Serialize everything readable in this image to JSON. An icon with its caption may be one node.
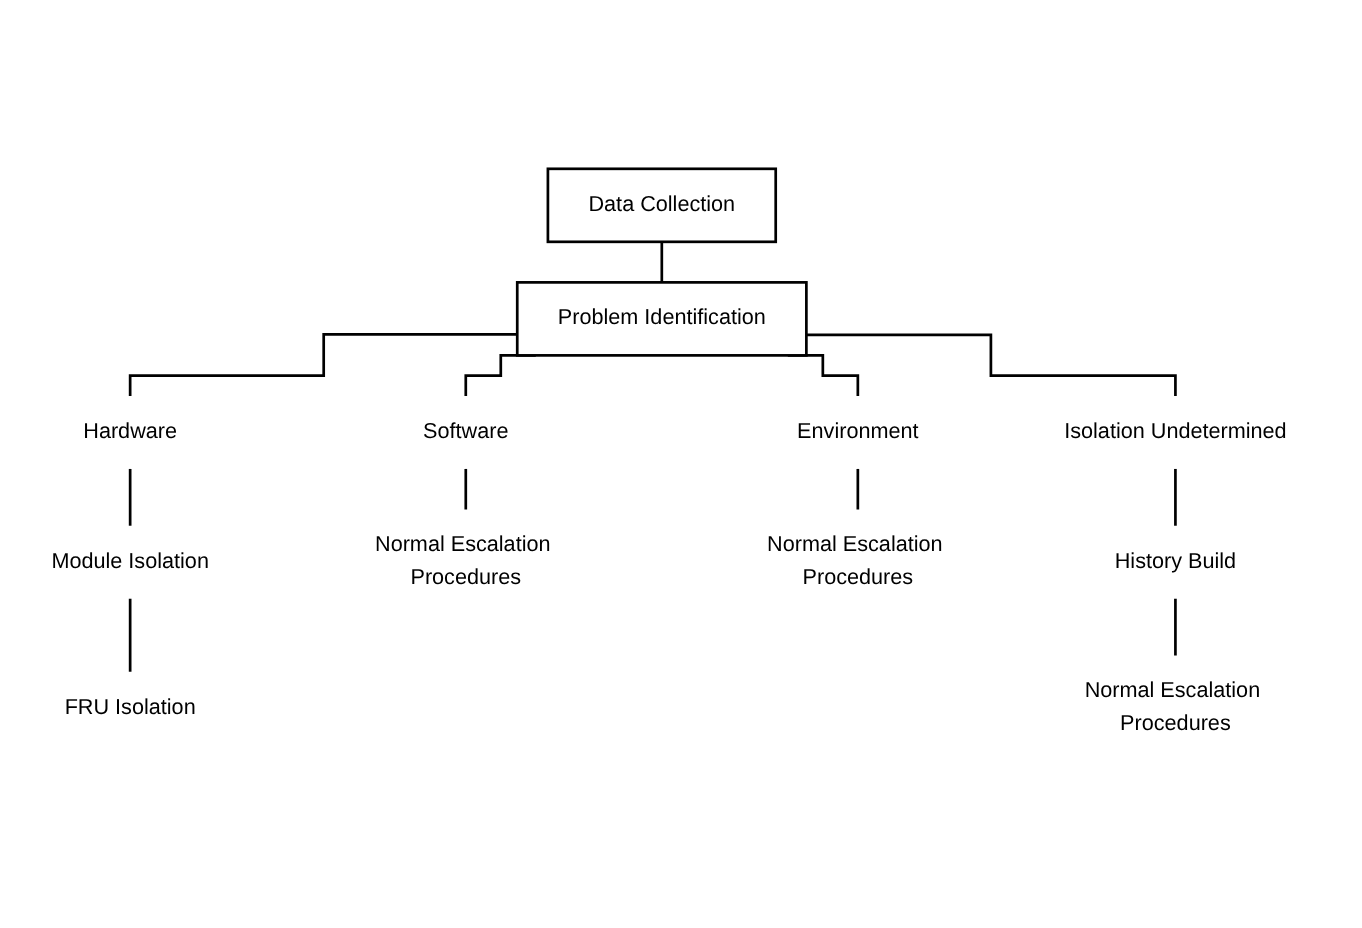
{
  "diagram": {
    "nodes": [
      {
        "text": [
          "Data Collection"
        ]
      },
      {
        "text": [
          "Problem Identification"
        ]
      },
      {
        "text": [
          "Hardware"
        ]
      },
      {
        "text": [
          "Software"
        ]
      },
      {
        "text": [
          "Environment"
        ]
      },
      {
        "text": [
          "Isolation Undetermined"
        ]
      },
      {
        "text": [
          "Module Isolation"
        ]
      },
      {
        "text": [
          "Normal Escalation Procedures"
        ]
      },
      {
        "text": [
          "Normal Escalation Procedures"
        ]
      },
      {
        "text": [
          "History Build"
        ]
      },
      {
        "text": [
          "FRU Isolation"
        ]
      },
      {
        "text": [
          "Normal Escalation Procedures"
        ]
      }
    ],
    "edges": [
      {
        "from": 0,
        "to": 1,
        "arrow": "none"
      },
      {
        "from": 1,
        "to": 2,
        "arrow": "none"
      },
      {
        "from": 1,
        "to": 3,
        "arrow": "none"
      },
      {
        "from": 1,
        "to": 4,
        "arrow": "none"
      },
      {
        "from": 1,
        "to": 5,
        "arrow": "none"
      },
      {
        "from": 2,
        "to": 6,
        "arrow": "none"
      },
      {
        "from": 3,
        "to": 7,
        "arrow": "none"
      },
      {
        "from": 4,
        "to": 8,
        "arrow": "none"
      },
      {
        "from": 5,
        "to": 9,
        "arrow": "none"
      },
      {
        "from": 6,
        "to": 10,
        "arrow": "none"
      },
      {
        "from": 9,
        "to": 11,
        "arrow": "none"
      }
    ]
  }
}
